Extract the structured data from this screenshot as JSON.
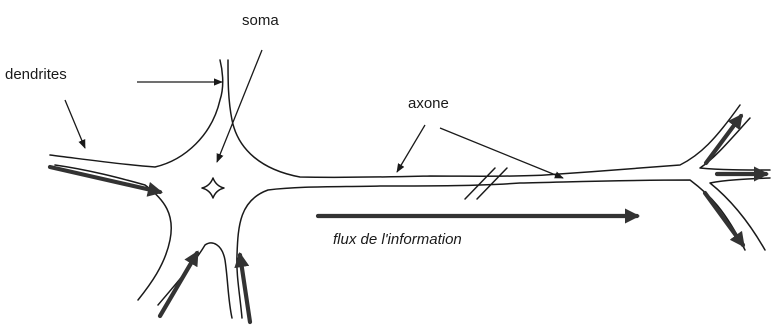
{
  "labels": {
    "soma": "soma",
    "dendrites": "dendrites",
    "axone": "axone",
    "flux": "flux de l'information"
  },
  "colors": {
    "ink": "#1a1a1a",
    "flow_arrow": "#333333",
    "background": "#ffffff"
  }
}
